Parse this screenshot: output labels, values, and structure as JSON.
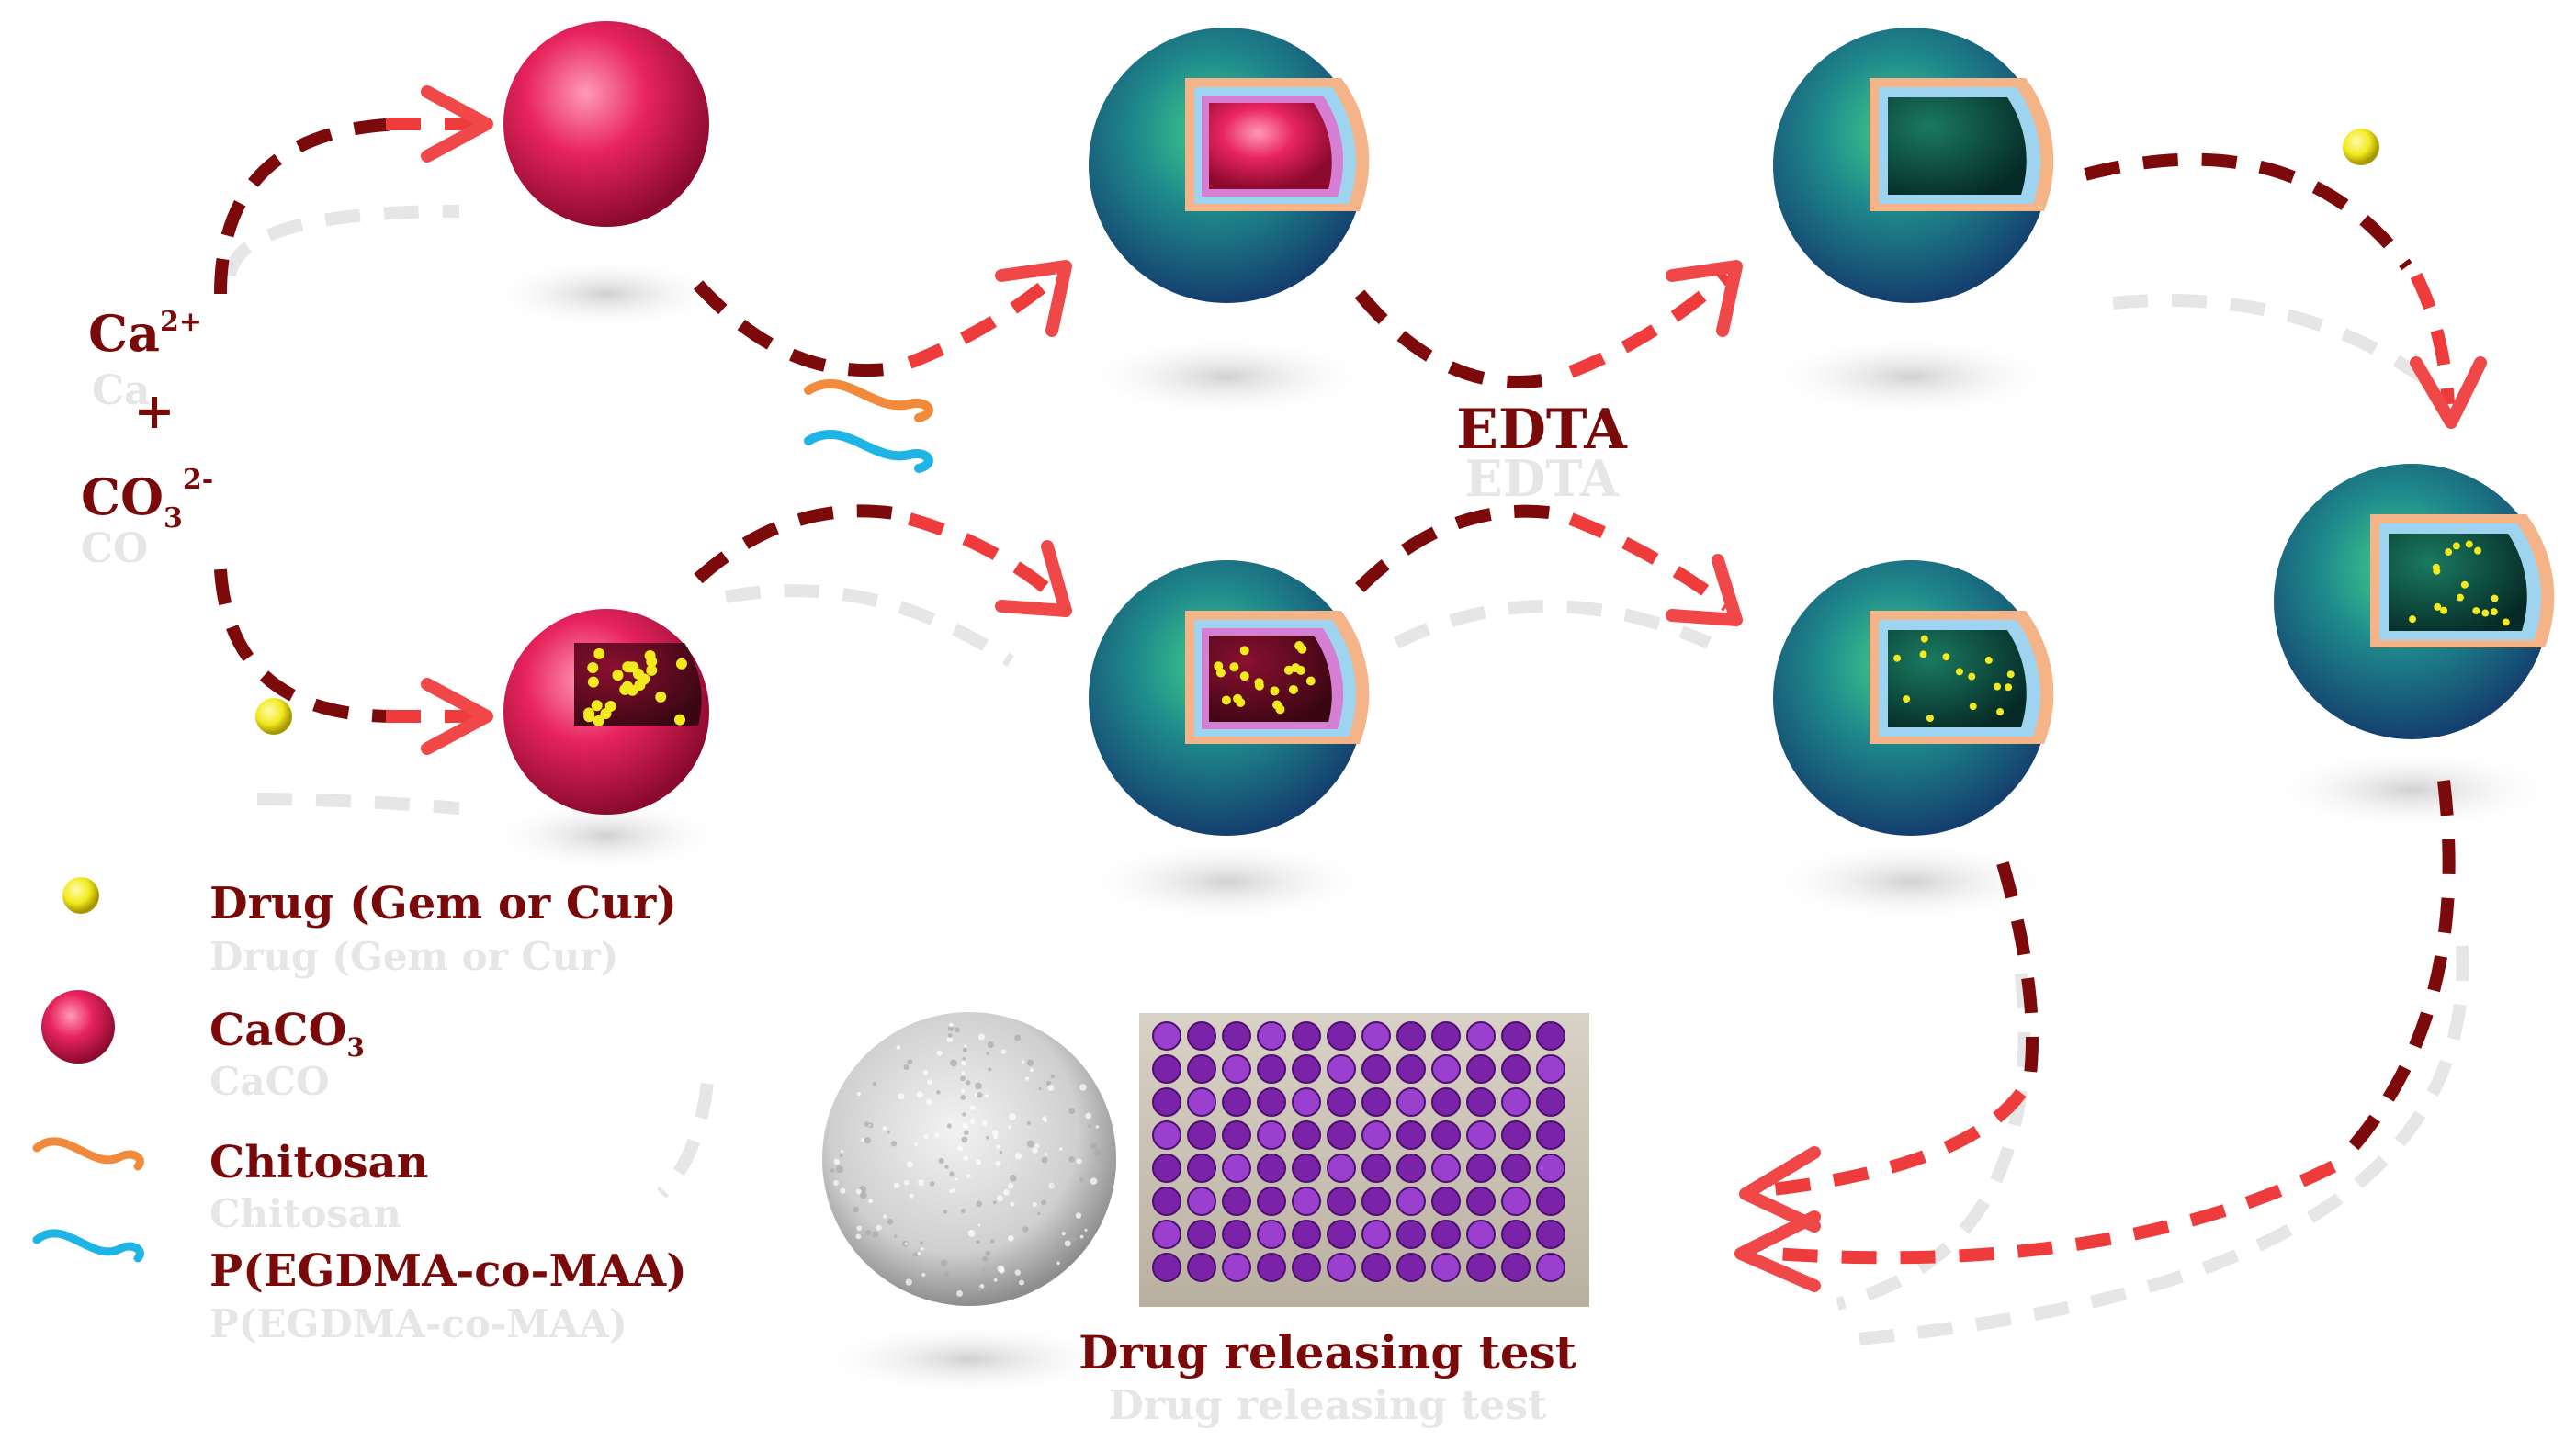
{
  "reactants": {
    "ca": "Ca",
    "ca_sup": "2+",
    "plus": "+",
    "co": "CO",
    "co_sub": "3",
    "co_sup": "2-"
  },
  "edta_label": "EDTA",
  "legend": {
    "drug": "Drug (Gem or Cur)",
    "caco3": "CaCO",
    "caco3_sub": "3",
    "chitosan": "Chitosan",
    "polymer": "P(EGDMA-co-MAA)"
  },
  "test_label": "Drug releasing test",
  "colors": {
    "label": "#7a0a0a",
    "arrow_dark": "#7d0a0a",
    "arrow_red": "#ee3b3b",
    "caco3": "#e8245e",
    "shell": "#1f6d8c",
    "chitosan": "#f28a3c",
    "polymer": "#1fb4e6",
    "drug": "#f2ea1e",
    "plate": "#8a2bb5"
  }
}
